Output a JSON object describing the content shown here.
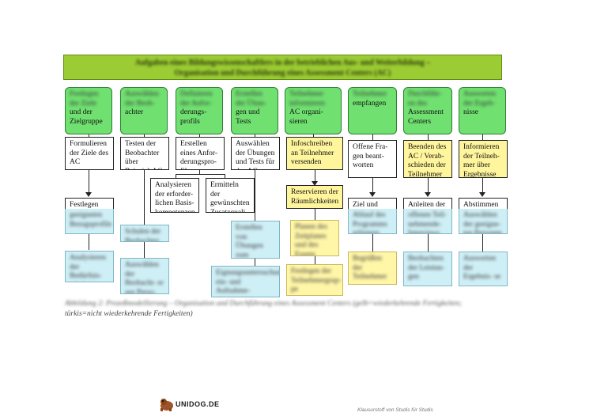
{
  "title": {
    "line1": "Aufgaben eines Bildungswissenschaftlers in der betrieblichen Aus- und Weiterbildung –",
    "line2": "Organisation und Durchführung eines Assessment Centers (AC)"
  },
  "columns": [
    {
      "header_blur": "Festlegen der Ziele",
      "header": "und der Zielgruppe",
      "step1": "Formulieren der Ziele des AC",
      "step2_text": "Festlegen der",
      "step2_blur": "geeigneten Bezugsprofile",
      "step3": "Analysieren der Bedürfnis- erhebung"
    },
    {
      "header_blur": "Auswählen der Beob-",
      "header": "achter",
      "step1": "Testen der Beobachter über Beispiel-AC",
      "step2": "Schulen der Beobachter",
      "step3": "Auswählen der Beobacht- er aus Perso- nalabtlg."
    },
    {
      "header_blur": "Definieren der Anfor-",
      "header": "derungs- profils",
      "step1": "Erstellen eines Anfor- derungspro- fils",
      "sub_left": "Analysieren der erforder- lichen Basis- kompetenzen",
      "sub_right": "Ermitteln der gewünschten Zusatzquali- fikationen"
    },
    {
      "header_blur": "Erstellen der Übun-",
      "header": "gen und Tests",
      "step1": "Auswählen der Übungen und Tests für das AC",
      "step2": "Erstellen von Übungen zum Aufnahme- eingangstest",
      "step3": "Eignungsuntersuchung ein- und Aufnahme- eingangstest"
    },
    {
      "header_blur": "Teilnehmer informieren",
      "header": "AC organi- sieren",
      "step1": "Infoschreiben an Teilnehmer versenden",
      "step2": "Reservieren der Räumlichkeiten",
      "step3": "Planen des Zeitplanes und des Essens",
      "step4": "Festlegen der Teilnehmergrup- pe"
    },
    {
      "header_blur": "Teilnehmer",
      "header": "empfangen",
      "step1": "Offene Fra- gen beant- worten",
      "step2_text": "Ziel und",
      "step2_blur": "Ablauf des Programms erläutern",
      "step3": "Begrüßen der Teilnehmer"
    },
    {
      "header_blur": "Durchführ- en des",
      "header": "Assessment Centers",
      "step1": "Beenden des AC / Verab- schieden der Teilnehmer",
      "step2_text": "Anleiten der",
      "step2_blur": "offenen Teil- nehmende- Interviews",
      "step3": "Beobachten der Leistun- gen"
    },
    {
      "header_blur": "Auswerten der Ergeb-",
      "header": "nisse",
      "step1": "Informieren der Teilneh- mer über Ergebnisse",
      "step2_text": "Abstimmen u.",
      "step2_blur": "Auswählen der geeigne- ten Personen",
      "step3": "Auswerten der Ergebnis- se"
    }
  ],
  "caption": {
    "line1": "Abbildung 2: Prozeßmodellierung – Organisation und Durchführung eines Assessment Centers (gelb=wiederkehrende Fertigkeiten;",
    "line2": "türkis=nicht wiederkehrende Fertigkeiten)"
  },
  "logo": {
    "text": "UNIDOG.DE"
  },
  "footer": "Klausurstoff von Studis für Studis",
  "colors": {
    "banner": "#9ccc33",
    "header_box": "#70e070",
    "recurring": "#fff59d",
    "non_recurring": "#cfeff6"
  }
}
